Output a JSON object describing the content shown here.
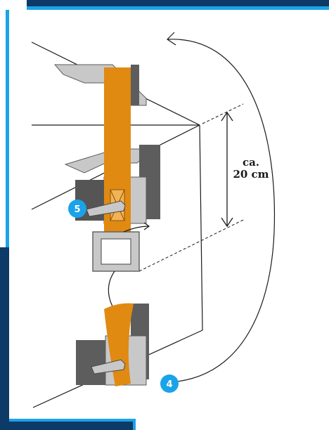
{
  "colors": {
    "accent_blue": "#1aa3e8",
    "dark_blue": "#0d3a66",
    "strap_orange": "#e08a12",
    "bracket_dark": "#5d5d5d",
    "bracket_light": "#c8c8c8",
    "line": "#1a1a1a"
  },
  "measurement": {
    "line1": "ca.",
    "line2": "20 cm"
  },
  "callouts": [
    {
      "label": "5"
    },
    {
      "label": "4"
    }
  ]
}
